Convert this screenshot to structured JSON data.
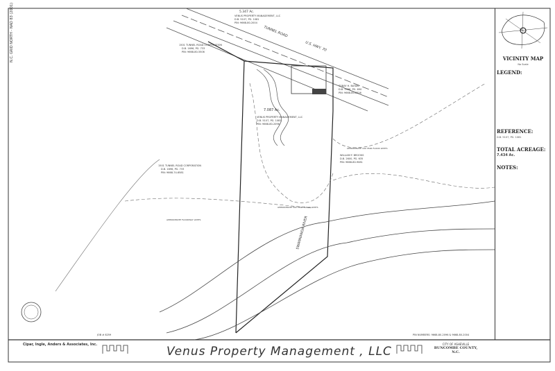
{
  "north_arrow": {
    "label": "N.C. GRID NORTH - NAD 83 (2001)"
  },
  "parcels": [
    {
      "acreage": "5.347 Ac.",
      "owner": "VENUS PROPERTY MANAGEMENT, LLC",
      "deed": "D.B. 5107, PG. 1081",
      "pin": "PIN: 9668-80-2004"
    },
    {
      "acreage": "7.087 Ac.",
      "owner": "VENUS PROPERTY MANAGEMENT, LLC",
      "deed": "D.B. 5107, PG. 1081",
      "pin": "PIN: 9668-80-2096"
    }
  ],
  "adjoiners": [
    {
      "owner": "1501 TUNNEL ROAD CORPORATION",
      "deed": "D.B. 1696, PG. 733",
      "pin": "PIN: 9668-80-5506"
    },
    {
      "owner": "TOBAY H. BATAKI",
      "deed": "D.B. 3398, PG. 690",
      "pin": "PIN: 9668-80-8326"
    },
    {
      "owner": "WILLIAM F. BROOKS",
      "deed": "D.B. 2600, PG. 635",
      "pin": "PIN: 9668-80-9081"
    },
    {
      "owner": "1501 TUNNEL ROAD CORPORATION",
      "deed": "D.B. 1696, PG. 733",
      "pin": "PIN: 9668-74-6581"
    }
  ],
  "roads": {
    "road": "TUNNEL ROAD",
    "highway": "U.S. HWY. 70",
    "river": "SWANNANOA RIVER"
  },
  "flood": {
    "f500": "APPROXIMATE 500 YEAR FLOOD LIMITS",
    "f100": "APPROXIMATE 100 YEAR FLOOD LIMITS",
    "floodway": "APPROXIMATE FLOODWAY LIMITS"
  },
  "side_panel": {
    "vicinity": "VICINITY MAP",
    "vicinity_scale": "No Scale",
    "legend": "LEGEND:",
    "reference": "REFERENCE:",
    "reference_value": "D.B. 5107, PG. 1081",
    "total_acreage": "TOTAL ACREAGE:",
    "total_acreage_value": "7.434 Ac.",
    "notes": "NOTES:"
  },
  "pin_numbers": "PIN NUMBERS: 9668-80-2096 & 9668-80-2004",
  "job": "JOB # 8259",
  "title_block": {
    "firm": "Cipar, Ingle, Anders & Associates, Inc.",
    "project": "Venus Property Management , LLC",
    "city": "CITY OF ASHEVILLE",
    "county": "BUNCOMBE COUNTY, N.C."
  }
}
